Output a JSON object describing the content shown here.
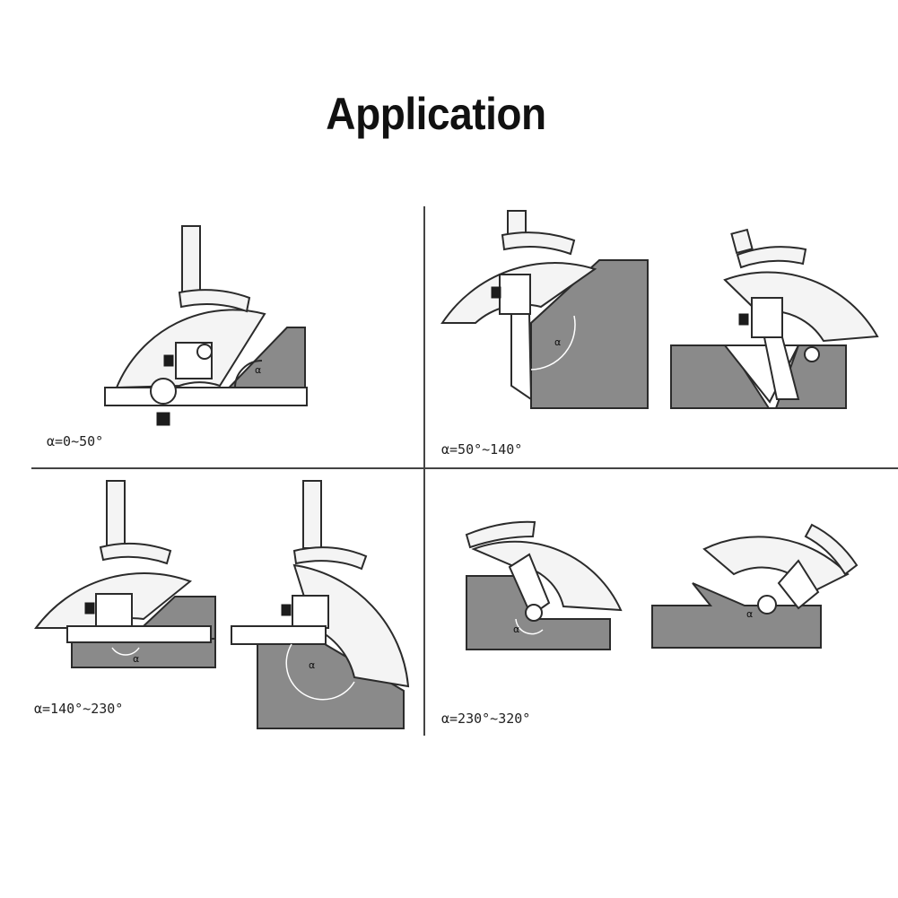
{
  "title": "Application",
  "labels": {
    "q1": "α=0~50°",
    "q2": "α=50°~140°",
    "q3": "α=140°~230°",
    "q4": "α=230°~320°"
  },
  "angle_symbol": "α",
  "colors": {
    "workpiece": "#8a8a8a",
    "outline": "#2b2b2b",
    "protractor": "#f4f4f4",
    "divider": "#444444"
  }
}
